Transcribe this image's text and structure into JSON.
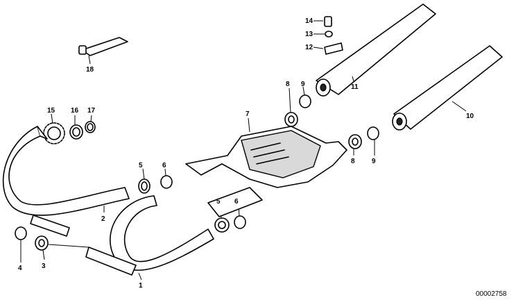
{
  "diagram": {
    "drawing_number": "00002758",
    "callouts": {
      "c1": "1",
      "c2": "2",
      "c3": "3",
      "c4": "4",
      "c5a": "5",
      "c5b": "5",
      "c6a": "6",
      "c6b": "6",
      "c7": "7",
      "c8a": "8",
      "c8b": "8",
      "c9a": "9",
      "c9b": "9",
      "c10": "10",
      "c11": "11",
      "c12": "12",
      "c13": "13",
      "c14": "14",
      "c15": "15",
      "c16": "16",
      "c17": "17",
      "c18": "18"
    }
  }
}
